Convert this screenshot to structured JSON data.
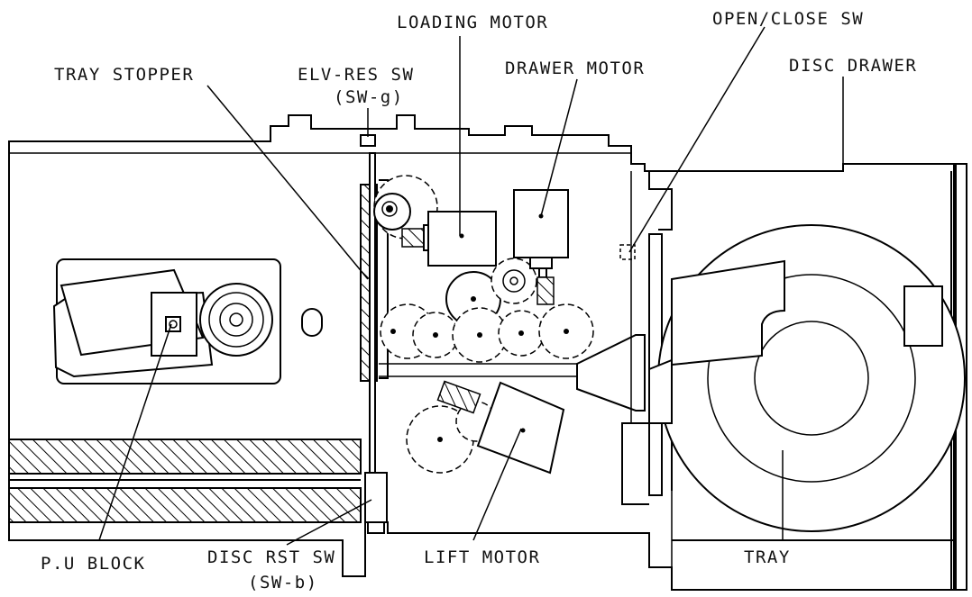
{
  "diagram": {
    "labels": {
      "loading_motor": "LOADING MOTOR",
      "open_close_sw": "OPEN/CLOSE SW",
      "tray_stopper": "TRAY STOPPER",
      "elv_res_sw": "ELV-RES SW",
      "elv_res_sw_code": "(SW-g)",
      "drawer_motor": "DRAWER MOTOR",
      "disc_drawer": "DISC DRAWER",
      "pu_block": "P.U BLOCK",
      "disc_rst_sw": "DISC RST SW",
      "disc_rst_sw_code": "(SW-b)",
      "lift_motor": "LIFT MOTOR",
      "tray": "TRAY"
    }
  }
}
